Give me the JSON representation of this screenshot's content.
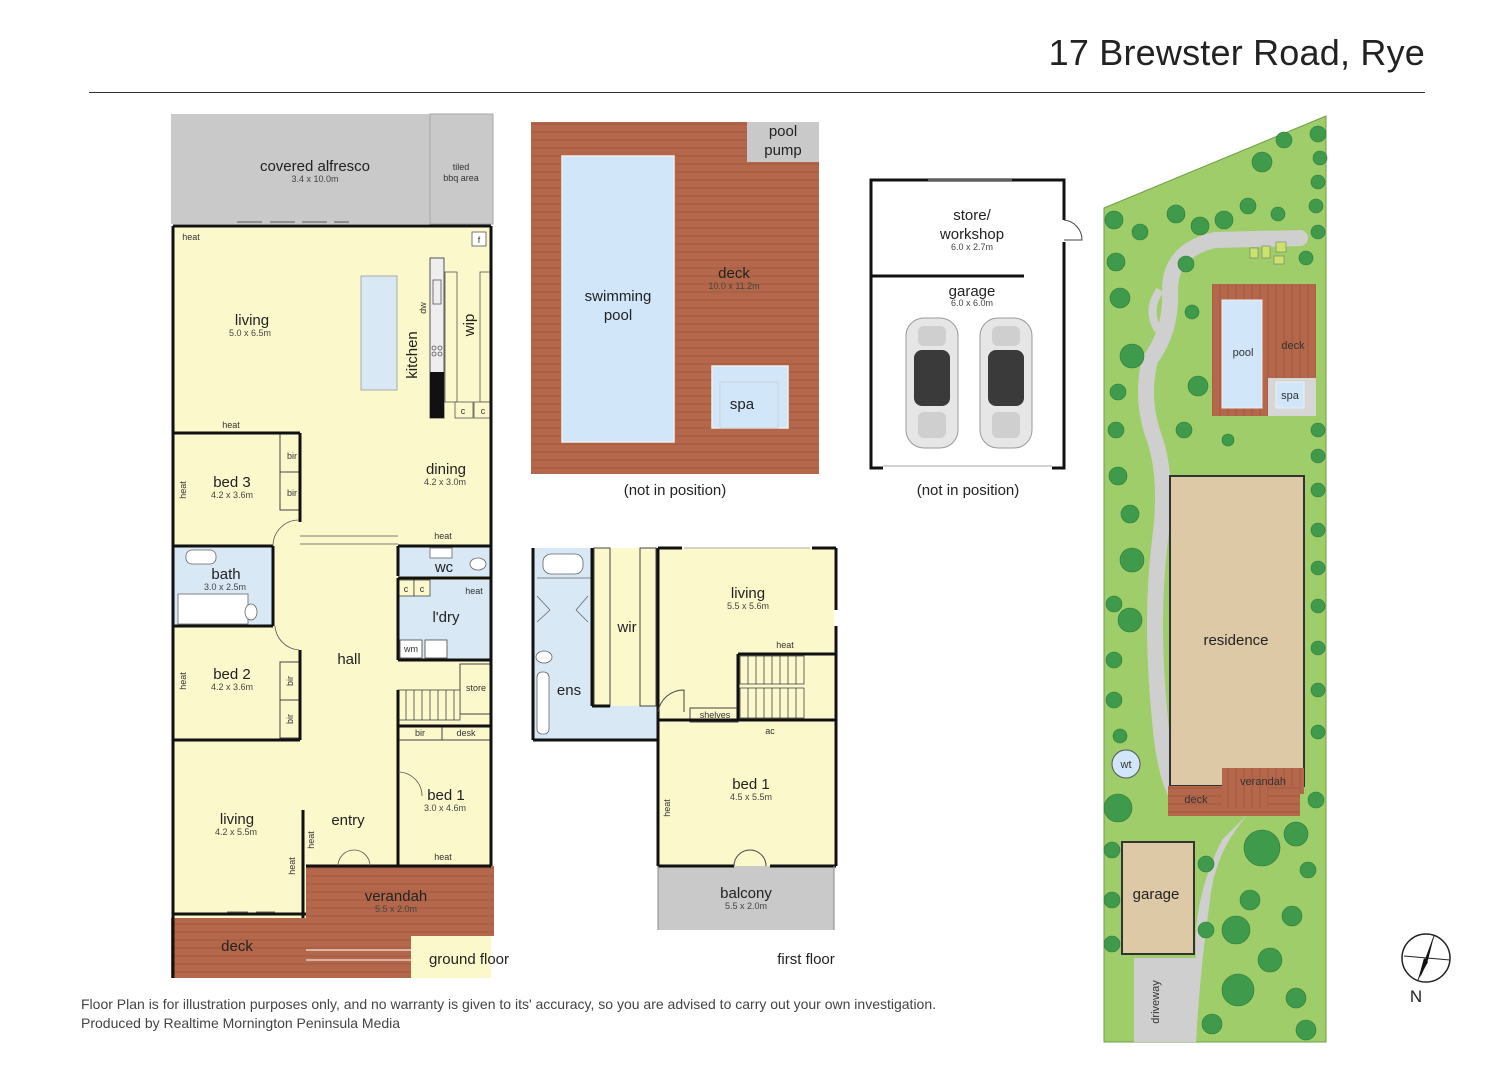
{
  "title": "17 Brewster Road, Rye",
  "disclaimer": {
    "line1": "Floor Plan is for illustration purposes only, and no warranty is given to its' accuracy, so you are advised to carry out your own investigation.",
    "line2": "Produced by Realtime Mornington Peninsula Media"
  },
  "ground_floor": {
    "caption": "ground floor",
    "covered_alfresco": {
      "name": "covered alfresco",
      "dim": "3.4 x 10.0m"
    },
    "tiled_bbq": {
      "line1": "tiled",
      "line2": "bbq area"
    },
    "living_main": {
      "name": "living",
      "dim": "5.0 x 6.5m"
    },
    "kitchen": "kitchen",
    "wip": "wip",
    "dw": "dw",
    "fridge": "f",
    "dining": {
      "name": "dining",
      "dim": "4.2 x 3.0m"
    },
    "bed3": {
      "name": "bed 3",
      "dim": "4.2 x 3.6m"
    },
    "bath": {
      "name": "bath",
      "dim": "3.0 x 2.5m"
    },
    "wc": "wc",
    "laundry": "l'dry",
    "wm": "wm",
    "hall": "hall",
    "bed2": {
      "name": "bed 2",
      "dim": "4.2 x 3.6m"
    },
    "store": "store",
    "bir": "bir",
    "desk": "desk",
    "bed1": {
      "name": "bed 1",
      "dim": "3.0 x 4.6m"
    },
    "living_front": {
      "name": "living",
      "dim": "4.2 x 5.5m"
    },
    "entry": "entry",
    "verandah": {
      "name": "verandah",
      "dim": "5.5 x 2.0m"
    },
    "deck": "deck",
    "heat": "heat",
    "c": "c"
  },
  "pool_area": {
    "pool_pump": {
      "line1": "pool",
      "line2": "pump"
    },
    "swimming_pool": {
      "line1": "swimming",
      "line2": "pool"
    },
    "deck": {
      "name": "deck",
      "dim": "10.0 x 11.2m"
    },
    "spa": "spa",
    "note": "(not in position)"
  },
  "garage_building": {
    "store": {
      "line1": "store/",
      "line2": "workshop",
      "dim": "6.0 x 2.7m"
    },
    "garage": {
      "name": "garage",
      "dim": "6.0 x 6.0m"
    },
    "note": "(not in position)"
  },
  "first_floor": {
    "caption": "first floor",
    "wir": "wir",
    "ens": "ens",
    "living": {
      "name": "living",
      "dim": "5.5 x 5.6m"
    },
    "heat": "heat",
    "shelves": "shelves",
    "ac": "ac",
    "bed1": {
      "name": "bed 1",
      "dim": "4.5 x 5.5m"
    },
    "balcony": {
      "name": "balcony",
      "dim": "5.5 x 2.0m"
    }
  },
  "site_plan": {
    "pool": "pool",
    "deck": "deck",
    "spa": "spa",
    "residence": "residence",
    "wt": "wt",
    "verandah": "verandah",
    "deck2": "deck",
    "garage": "garage",
    "driveway": "driveway"
  },
  "north": "N",
  "colors": {
    "room": "#fbf8cc",
    "wet": "#d9e8f5",
    "deck": "#b4674a",
    "grey": "#c9c9c9",
    "lawn": "#9fcd6a",
    "pool": "#d2e6fa",
    "residence": "#dec9a6"
  }
}
